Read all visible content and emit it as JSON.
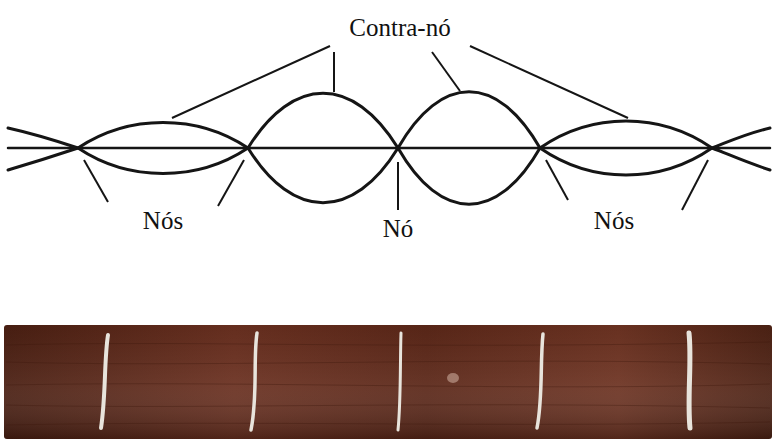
{
  "diagram": {
    "labels": [
      "Contra-nó",
      "Nós",
      "Nó",
      "Nós"
    ]
  }
}
